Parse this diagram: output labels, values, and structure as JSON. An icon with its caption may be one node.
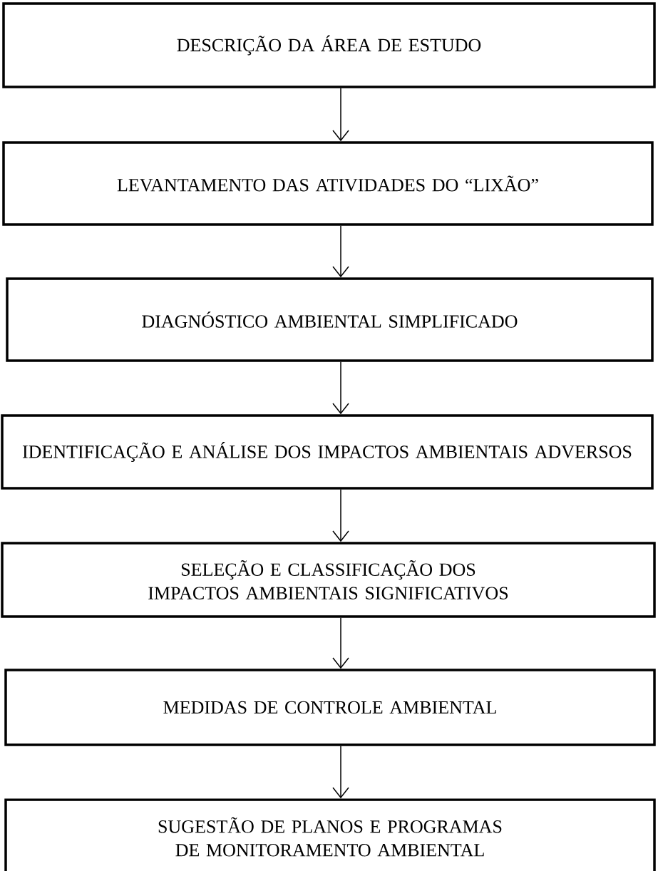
{
  "diagram": {
    "nodes": [
      {
        "text": [
          "DESCRIÇÃO DA ÁREA DE ESTUDO"
        ]
      },
      {
        "text": [
          "LEVANTAMENTO DAS ATIVIDADES DO “LIXÃO”"
        ]
      },
      {
        "text": [
          "DIAGNÓSTICO AMBIENTAL SIMPLIFICADO"
        ]
      },
      {
        "text": [
          "IDENTIFICAÇÃO E ANÁLISE DOS IMPACTOS AMBIENTAIS ADVERSOS"
        ]
      },
      {
        "text": [
          "SELEÇÃO E CLASSIFICAÇÃO DOS IMPACTOS AMBIENTAIS SIGNIFICATIVOS"
        ]
      },
      {
        "text": [
          "MEDIDAS DE CONTROLE AMBIENTAL"
        ]
      },
      {
        "text": [
          "SUGESTÃO DE PLANOS E PROGRAMAS DE MONITORAMENTO AMBIENTAL"
        ]
      }
    ],
    "edges": [
      {
        "from": 0,
        "to": 1,
        "arrow": "to"
      },
      {
        "from": 1,
        "to": 2,
        "arrow": "to"
      },
      {
        "from": 2,
        "to": 3,
        "arrow": "to"
      },
      {
        "from": 3,
        "to": 4,
        "arrow": "to"
      },
      {
        "from": 4,
        "to": 5,
        "arrow": "to"
      },
      {
        "from": 5,
        "to": 6,
        "arrow": "to"
      }
    ]
  }
}
